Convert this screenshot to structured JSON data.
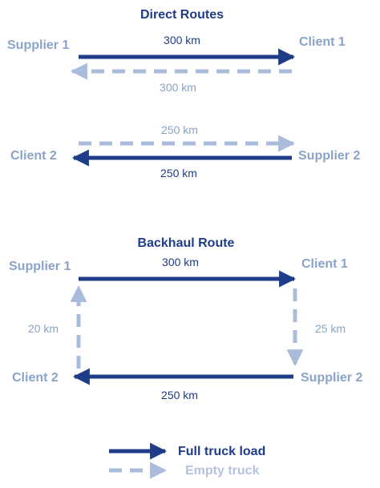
{
  "colors": {
    "full": "#1f3c88",
    "empty": "#a9bcdc",
    "label_light": "#8aa3c8"
  },
  "direct": {
    "title": "Direct Routes",
    "route1": {
      "left": "Supplier 1",
      "right": "Client 1",
      "full_km": "300 km",
      "empty_km": "300 km"
    },
    "route2": {
      "left": "Client 2",
      "right": "Supplier 2",
      "empty_km": "250 km",
      "full_km": "250 km"
    }
  },
  "backhaul": {
    "title": "Backhaul Route",
    "top_left": "Supplier 1",
    "top_right": "Client 1",
    "bottom_left": "Client 2",
    "bottom_right": "Supplier 2",
    "top_km": "300 km",
    "right_km": "25 km",
    "bottom_km": "250 km",
    "left_km": "20 km"
  },
  "legend": {
    "full": "Full truck load",
    "empty": "Empty truck"
  }
}
